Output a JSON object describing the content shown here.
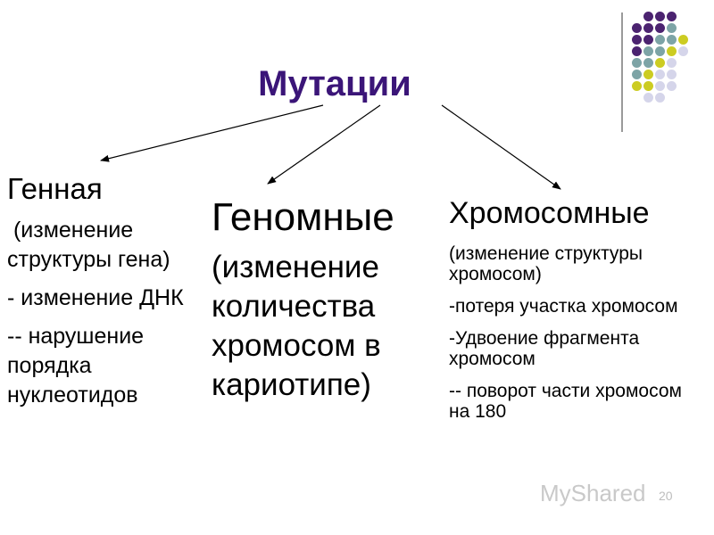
{
  "title": "Мутации",
  "branches": {
    "gene": {
      "heading": "Генная",
      "p1": " (изменение структуры гена)",
      "p2": "- изменение ДНК",
      "p3": "-- нарушение порядка нуклеотидов"
    },
    "genome": {
      "heading": "Геномные",
      "p1": "(изменение количества хромосом в кариотипе)"
    },
    "chromosome": {
      "heading": "Хромосомные",
      "p1": "(изменение структуры хромосом)",
      "p2": "-потеря участка хромосом",
      "p3": "-Удвоение фрагмента хромосом",
      "p4": "-- поворот части хромосом на 180"
    }
  },
  "footer": {
    "brand": "MyShared",
    "page_number": "20"
  },
  "colors": {
    "title": "#3b1578",
    "dot_purple": "#4b2370",
    "dot_teal": "#7da4a6",
    "dot_yellow": "#cccc22",
    "dot_lavender": "#d5d5ea"
  }
}
